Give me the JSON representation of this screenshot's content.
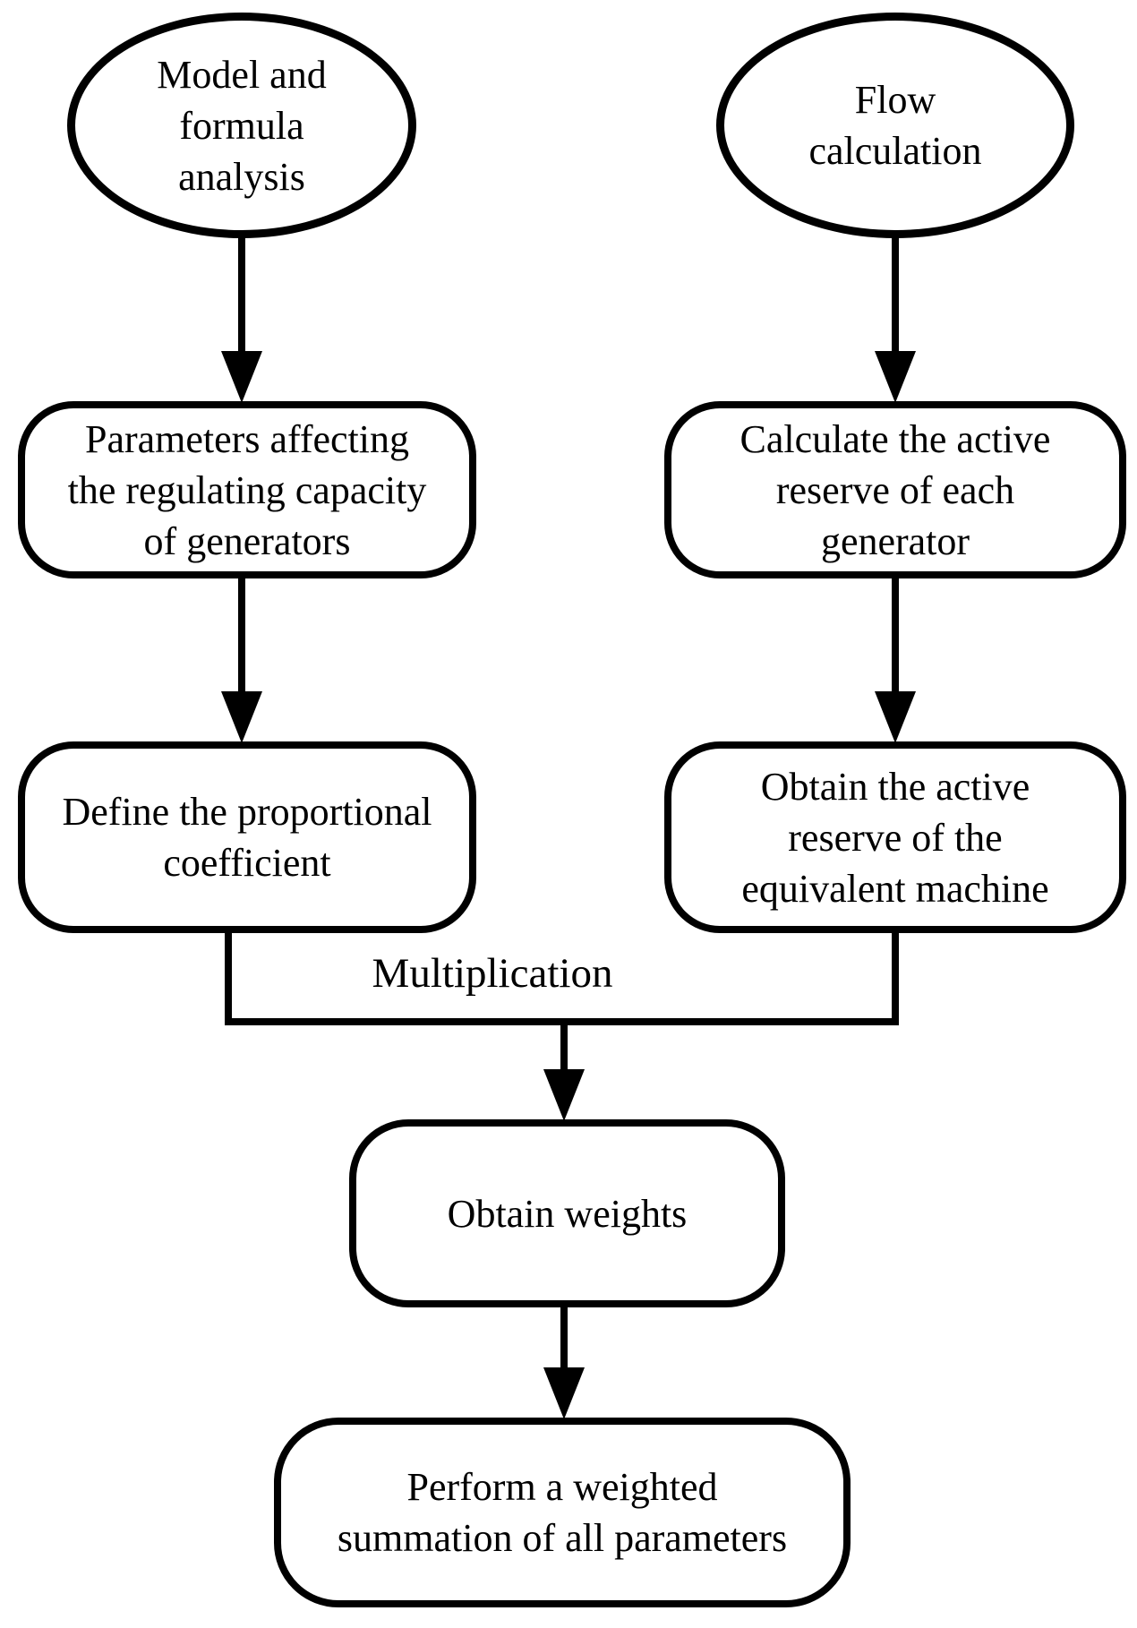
{
  "colors": {
    "stroke": "#000000",
    "background": "#ffffff",
    "text": "#000000"
  },
  "nodes": {
    "model_formula_analysis": {
      "shape": "ellipse",
      "lines": [
        "Model and",
        "formula",
        "analysis"
      ]
    },
    "flow_calculation": {
      "shape": "ellipse",
      "lines": [
        "Flow",
        "calculation"
      ]
    },
    "parameters_affecting": {
      "shape": "rounded-rect",
      "lines": [
        "Parameters affecting",
        "the regulating capacity",
        "of generators"
      ]
    },
    "calculate_active_reserve": {
      "shape": "rounded-rect",
      "lines": [
        "Calculate the active",
        "reserve of each",
        "generator"
      ]
    },
    "define_proportional_coefficient": {
      "shape": "rounded-rect",
      "lines": [
        "Define the proportional",
        "coefficient"
      ]
    },
    "obtain_active_reserve_equivalent_machine": {
      "shape": "rounded-rect",
      "lines": [
        "Obtain the active",
        "reserve of the",
        "equivalent machine"
      ]
    },
    "obtain_weights": {
      "shape": "rounded-rect",
      "lines": [
        "Obtain weights"
      ]
    },
    "weighted_summation": {
      "shape": "rounded-rect",
      "lines": [
        "Perform a weighted",
        "summation of all parameters"
      ]
    }
  },
  "edge_labels": {
    "multiplication": "Multiplication"
  }
}
